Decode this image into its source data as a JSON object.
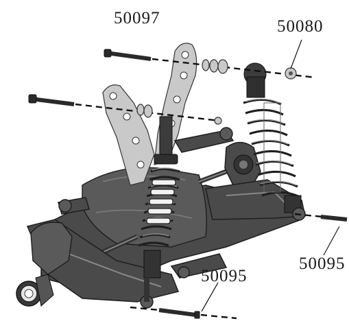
{
  "labels": {
    "top_left_part": "50097",
    "top_right_part": "50080",
    "right_part": "50095",
    "bottom_part": "50095"
  }
}
